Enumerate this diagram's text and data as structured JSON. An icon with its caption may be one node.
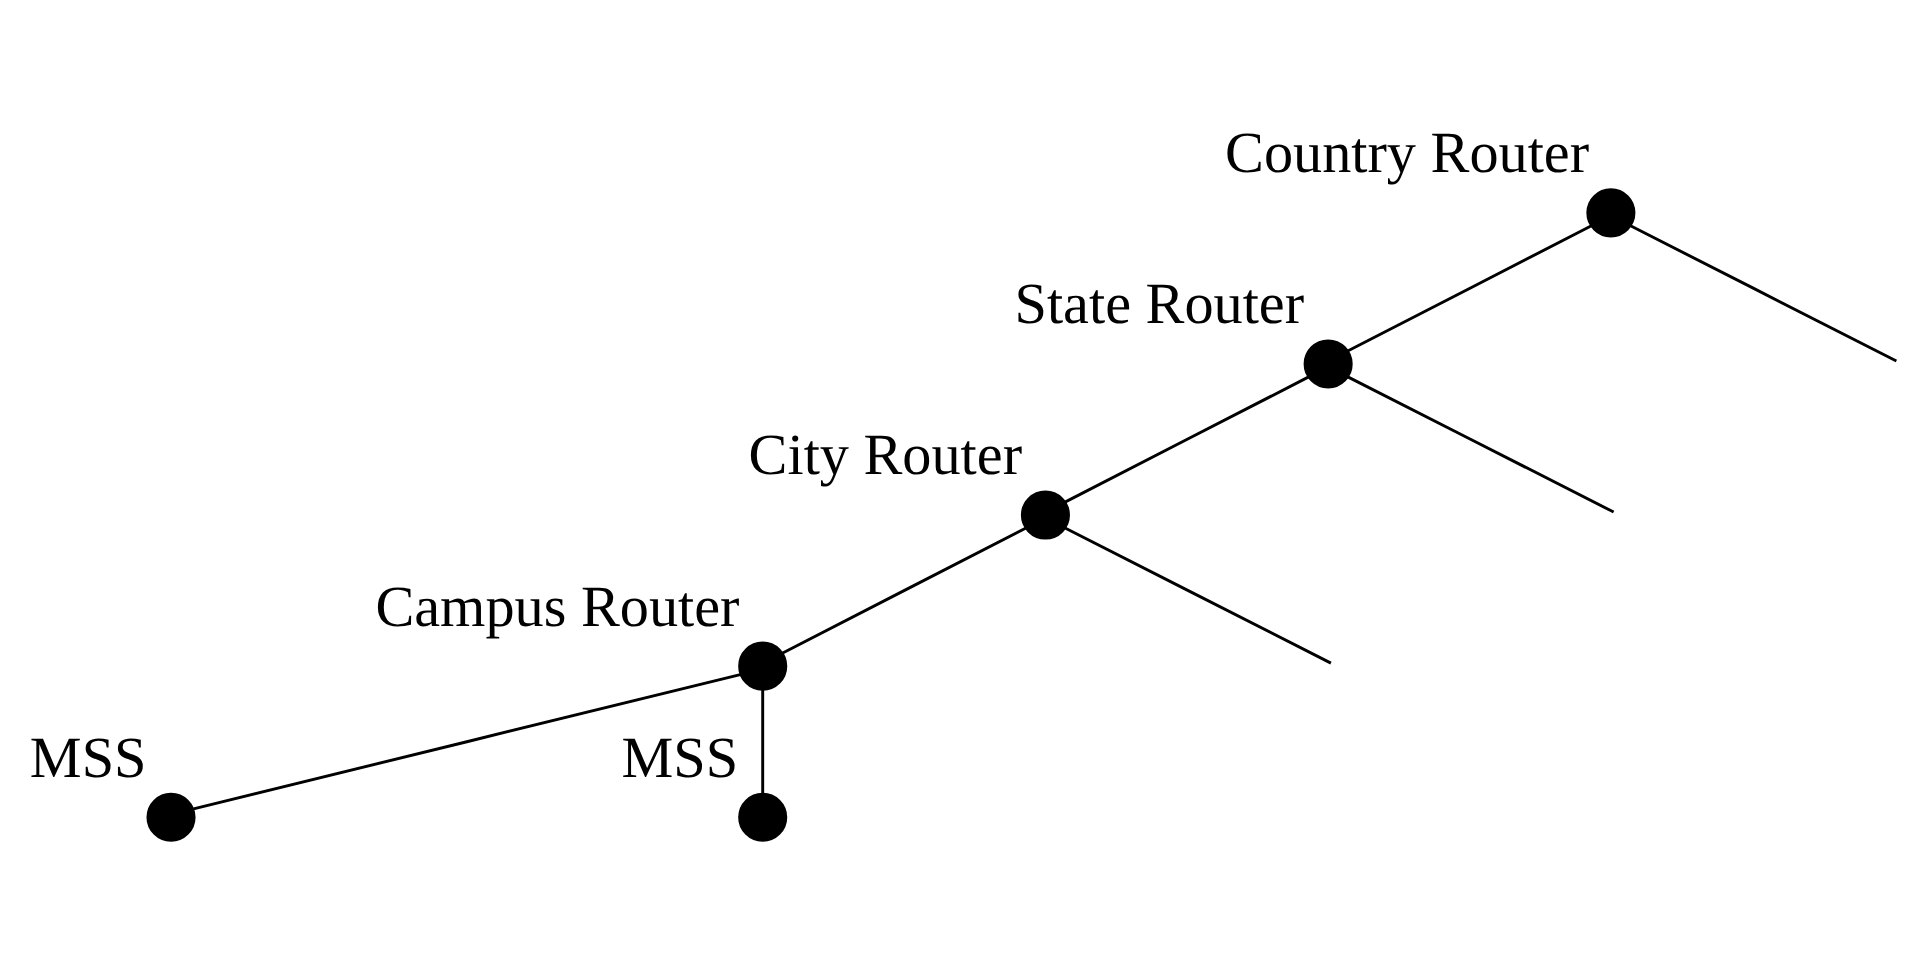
{
  "diagram": {
    "nodes": [
      {
        "text": [
          "Country Router"
        ]
      },
      {
        "text": [
          "State Router"
        ]
      },
      {
        "text": [
          "City Router"
        ]
      },
      {
        "text": [
          "Campus Router"
        ]
      },
      {
        "text": [
          "MSS"
        ]
      },
      {
        "text": [
          "MSS"
        ]
      }
    ],
    "edges": [
      {
        "from": 0,
        "to": 1,
        "arrow": "none"
      },
      {
        "from": 0,
        "to": null,
        "arrow": "none"
      },
      {
        "from": 1,
        "to": 2,
        "arrow": "none"
      },
      {
        "from": 1,
        "to": null,
        "arrow": "none"
      },
      {
        "from": 2,
        "to": 3,
        "arrow": "none"
      },
      {
        "from": 2,
        "to": null,
        "arrow": "none"
      },
      {
        "from": 3,
        "to": 4,
        "arrow": "none"
      },
      {
        "from": 3,
        "to": 5,
        "arrow": "none"
      }
    ]
  }
}
